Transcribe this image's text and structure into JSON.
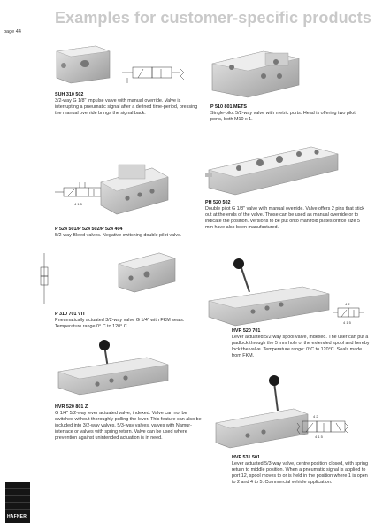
{
  "header": {
    "title": "Examples for customer-specific products",
    "page": "page 44"
  },
  "products": [
    {
      "code": "SUH 310 502",
      "description": "3/2-way G 1/8\" impulse valve with manual override. Valve is interrupting a pneumatic signal after a defined time-period, pressing the manual override brings the signal back."
    },
    {
      "code": "P 510 801 METS",
      "description": "Single-pilot 5/2-way valve with metric ports. Head is offering two pilot ports, both M10 x 1."
    },
    {
      "code": "P 524 501/P 524 502/P 524 404",
      "description": "5/2-way Bleed valves. Negative switching double pilot valve."
    },
    {
      "code": "PH 520 502",
      "description": "Double pilot G 1/8\" valve with manual override. Valve offers 2 pins that stick out at the ends of the valve. Those can be used as manual override or to indicate the position. Versions to be put onto manifold plates orifice size 5 mm have also been manufactured."
    },
    {
      "code": "P 310 701 VIT",
      "description": "Pneumatically actuated 3/2-way valve G 1/4\" with FKM seals. Temperature range 0° C to 120° C."
    },
    {
      "code": "HVR 520 701",
      "description": "Lever actuated 5/2-way spool valve, indexed. The user can put a padlock through the 5 mm hole of the extended spool and hereby lock the valve. Temperature range: 0°C to 120°C. Seals made from FKM."
    },
    {
      "code": "HVR 520 801 Z",
      "description": "G 1/4\" 5/2-way lever actuated valve, indexed. Valve can not be switched without thoroughly pulling the lever. This feature can also be included into 3/2-way valves, 5/3-way valves, valves with Namur-interface or valves with spring return. Valve can be used where prevention against unintended actuation is in need."
    },
    {
      "code": "HVP 531 501",
      "description": "Lever actuated 5/3-way valve, centre position closed, with spring return to middle position. When a pneumatic signal is applied to port 12, spool moves to or is held in the position where 1 is open to 2 and 4 to 5. Commercial vehicle application."
    }
  ],
  "symbol_labels": {
    "ports_bottom": "4 1 5",
    "ports_top": "4 2"
  },
  "logo": {
    "text": "HAFNER"
  },
  "colors": {
    "title": "#c9c9c9",
    "metal_light": "#d7d7d7",
    "metal_dark": "#8a8a8a",
    "logo_bg": "#151515"
  }
}
